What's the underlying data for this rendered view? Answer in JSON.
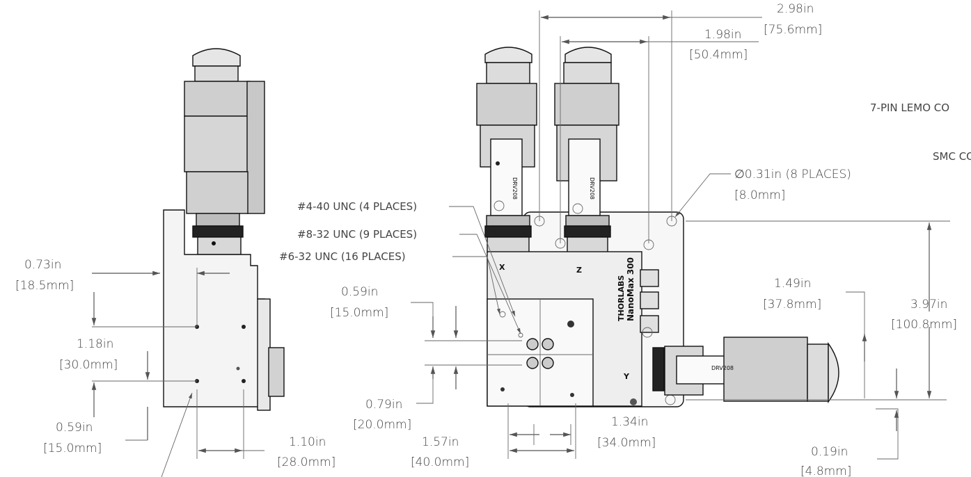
{
  "dimensions": {
    "d_2_98": {
      "in": "2.98in",
      "mm": "[75.6mm]"
    },
    "d_1_98": {
      "in": "1.98in",
      "mm": "[50.4mm]"
    },
    "d_0_31": {
      "in": "∅0.31in  (8 PLACES)",
      "mm": "[8.0mm]"
    },
    "d_0_73": {
      "in": "0.73in",
      "mm": "[18.5mm]"
    },
    "d_1_18": {
      "in": "1.18in",
      "mm": "[30.0mm]"
    },
    "d_0_59_left": {
      "in": "0.59in",
      "mm": "[15.0mm]"
    },
    "d_1_10": {
      "in": "1.10in",
      "mm": "[28.0mm]"
    },
    "d_0_59_mid": {
      "in": "0.59in",
      "mm": "[15.0mm]"
    },
    "d_0_79": {
      "in": "0.79in",
      "mm": "[20.0mm]"
    },
    "d_1_57": {
      "in": "1.57in",
      "mm": "[40.0mm]"
    },
    "d_1_34": {
      "in": "1.34in",
      "mm": "[34.0mm]"
    },
    "d_1_49": {
      "in": "1.49in",
      "mm": "[37.8mm]"
    },
    "d_3_97": {
      "in": "3.97in",
      "mm": "[100.8mm]"
    },
    "d_0_19": {
      "in": "0.19in",
      "mm": "[4.8mm]"
    }
  },
  "callouts": {
    "hole_4_40": "#4-40 UNC (4 PLACES)",
    "hole_8_32": "#8-32 UNC (9 PLACES)",
    "hole_6_32": "#6-32 UNC  (16 PLACES)",
    "connector_lemo": "7-PIN LEMO CO",
    "connector_smc": "SMC CO"
  },
  "stage_labels": {
    "brand": "THORLABS",
    "model": "NanoMax 300",
    "axis_x": "X",
    "axis_y": "Y",
    "axis_z": "Z",
    "actuator_model": "DRV208"
  }
}
